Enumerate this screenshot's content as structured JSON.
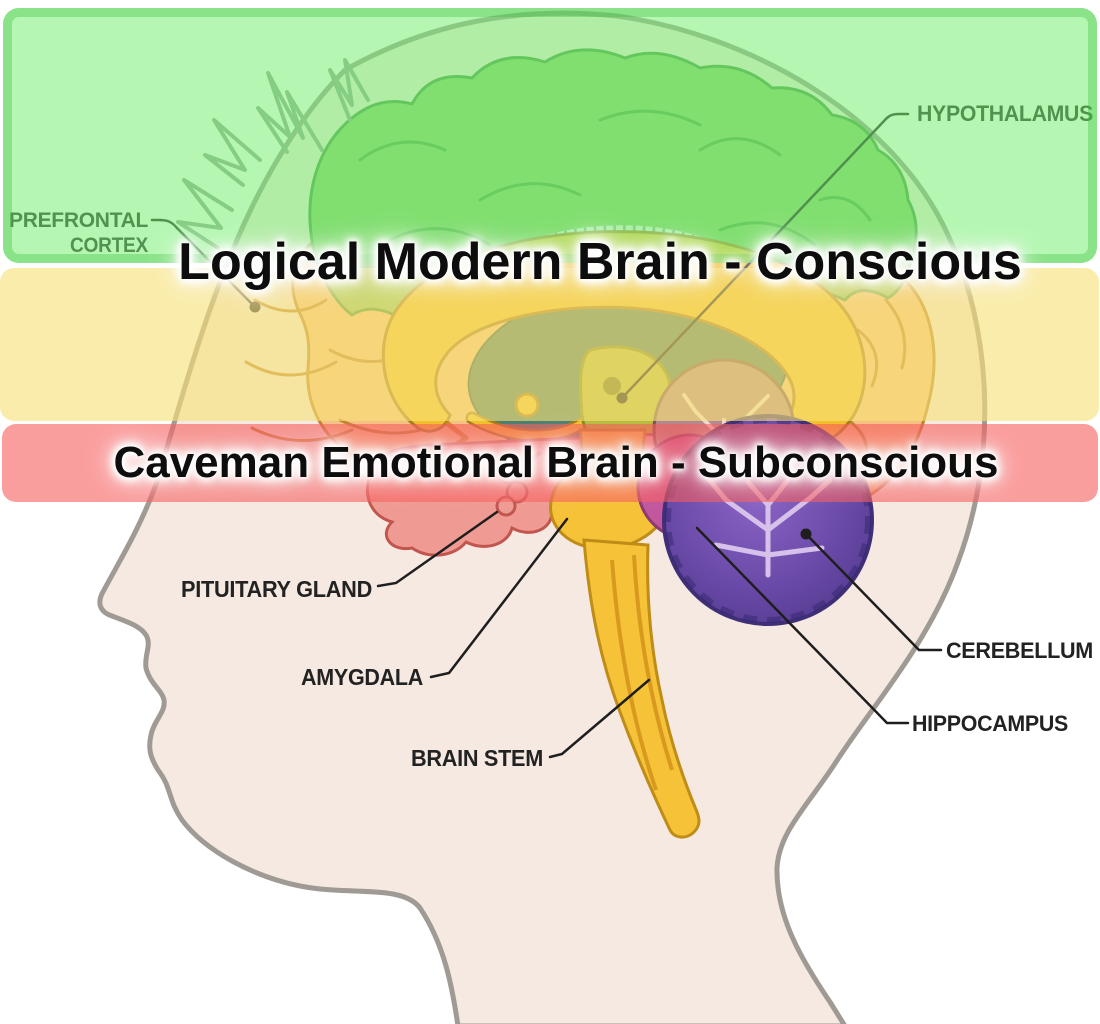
{
  "titles": {
    "conscious": "Logical Modern Brain - Conscious",
    "subconscious": "Caveman Emotional Brain - Subconscious"
  },
  "anatomy_labels": {
    "prefrontal_cortex_line1": "PREFRONTAL",
    "prefrontal_cortex_line2": "CORTEX",
    "hypothalamus": "HYPOTHALAMUS",
    "pituitary_gland": "PITUITARY GLAND",
    "amygdala": "AMYGDALA",
    "brain_stem": "BRAIN STEM",
    "cerebellum": "CEREBELLUM",
    "hippocampus": "HIPPOCAMPUS"
  },
  "overlay_bands": {
    "green_band_color": "#78f073",
    "yellow_band_color": "#f7e278",
    "red_band_color": "#f65c5c"
  },
  "illustration_colors": {
    "skin": "#f5e9e1",
    "head_outline": "#a09a94",
    "cortex_green": "#8cc96a",
    "cortex_peach": "#f4c182",
    "temporal_pink": "#ef9b93",
    "cerebellum_purple": "#6a4aa8",
    "cerebellum_mauve": "#b4878d",
    "brain_stem_yellow": "#f5c238",
    "corpus_callosum_yellow": "#f2bf2d",
    "ventricle_teal": "#4d7d6e",
    "hypothalamus_olive": "#b8bc3e",
    "label_text": "#222222"
  }
}
